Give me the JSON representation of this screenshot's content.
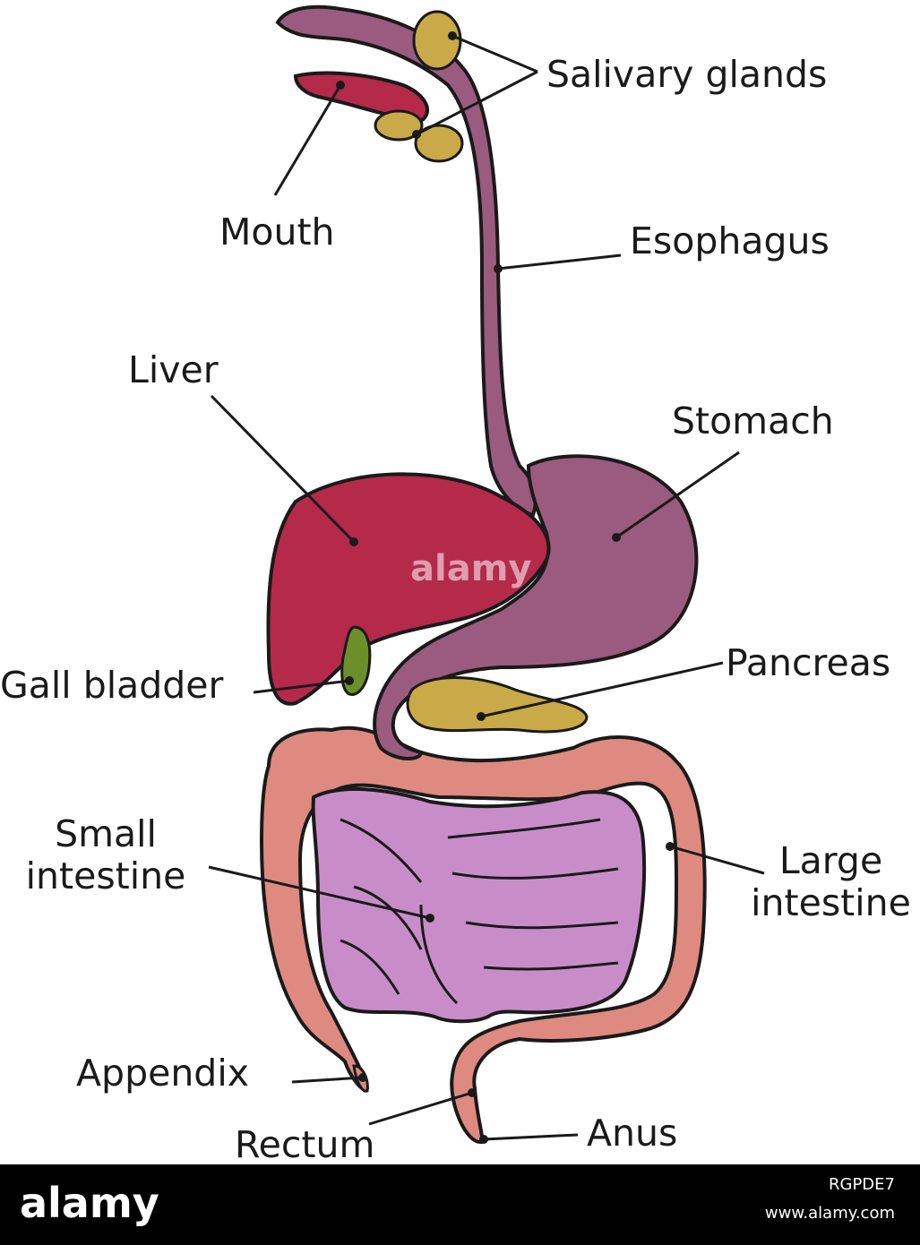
{
  "labels": {
    "salivary_glands": "Salivary glands",
    "mouth": "Mouth",
    "esophagus": "Esophagus",
    "liver": "Liver",
    "stomach": "Stomach",
    "gall_bladder": "Gall bladder",
    "pancreas": "Pancreas",
    "small_intestine_1": "Small",
    "small_intestine_2": "intestine",
    "large_intestine_1": "Large",
    "large_intestine_2": "intestine",
    "appendix": "Appendix",
    "rectum": "Rectum",
    "anus": "Anus"
  },
  "watermark": "alamy",
  "footer": {
    "logo": "alamy",
    "image_id": "RGPDE7",
    "url": "www.alamy.com"
  },
  "colors": {
    "esophagus_stomach": "#9a5b7e",
    "liver": "#b5294b",
    "gall_bladder": "#6c8f2a",
    "glands_pancreas": "#c9a948",
    "large_intestine": "#de8a80",
    "small_intestine": "#c88dc8",
    "outline": "#1a1a1a"
  }
}
